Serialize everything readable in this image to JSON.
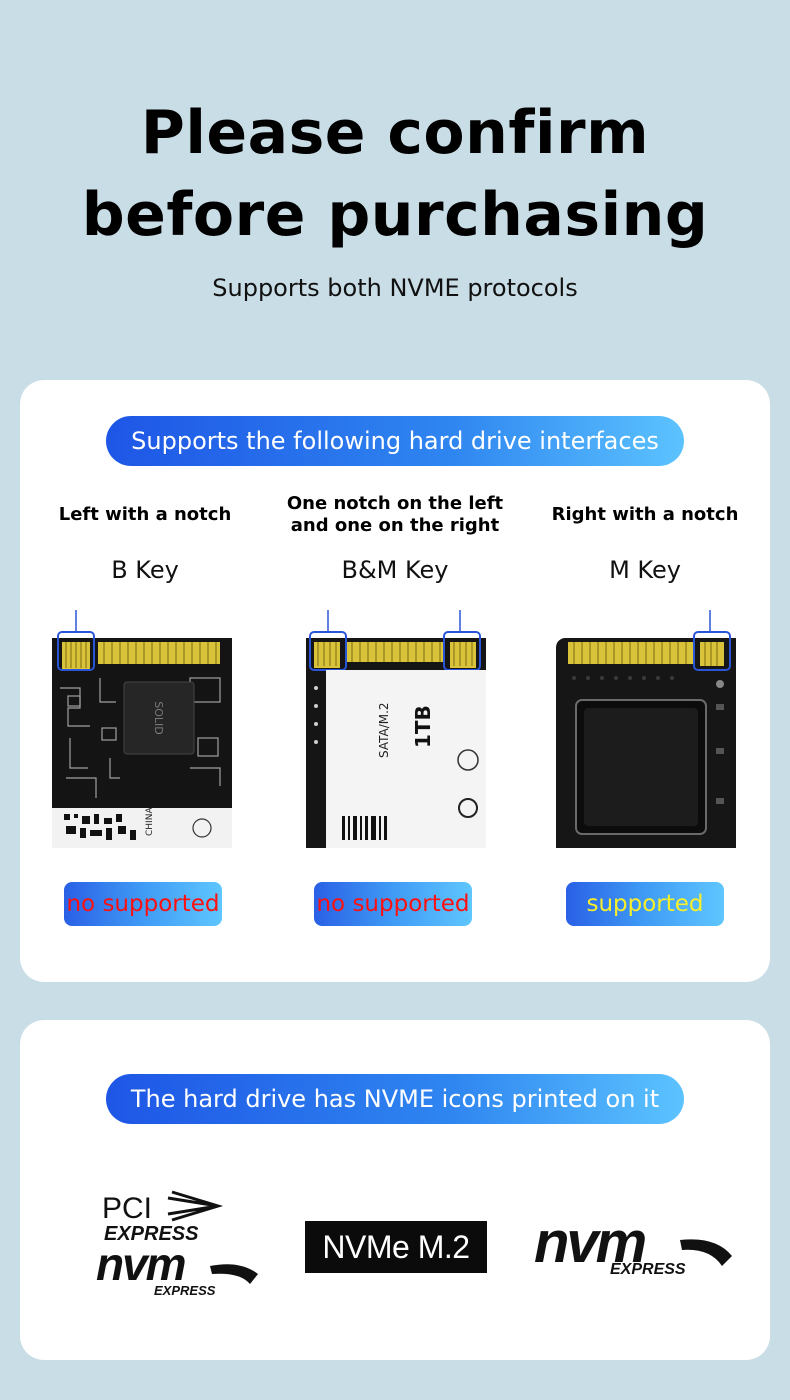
{
  "header": {
    "title_line1": "Please confirm",
    "title_line2": "before purchasing",
    "subtitle": "Supports both NVME protocols"
  },
  "interfaces_card": {
    "banner": "Supports the following hard drive interfaces",
    "columns": [
      {
        "title": "Left with a notch",
        "key": "B Key",
        "status": "no supported",
        "supported": false
      },
      {
        "title": "One notch on the left and one on the right",
        "key": "B&M Key",
        "status": "no supported",
        "supported": false
      },
      {
        "title": "Right with a notch",
        "key": "M Key",
        "status": "supported",
        "supported": true
      }
    ],
    "drive_labels": {
      "bm_type": "SATA/M.2",
      "bm_capacity": "1TB",
      "b_made_in": "CHINA"
    }
  },
  "nvme_card": {
    "banner": "The hard drive has NVME icons printed on it",
    "logos": {
      "pci_line1": "PCI",
      "pci_line2": "EXPRESS",
      "pci_nvm": "nvm",
      "pci_express_small": "EXPRESS",
      "nvme_m2": "NVMe M.2",
      "nvm_big": "nvm",
      "nvm_big_express": "EXPRESS"
    }
  },
  "colors": {
    "background": "#c9dde6",
    "banner_gradient_start": "#1e56e6",
    "banner_gradient_end": "#5cc3ff",
    "no_supported_text": "#ff1010",
    "supported_text": "#f7ef2a",
    "notch_highlight": "#2a55d8",
    "gold_contacts": "#d9c33a"
  }
}
